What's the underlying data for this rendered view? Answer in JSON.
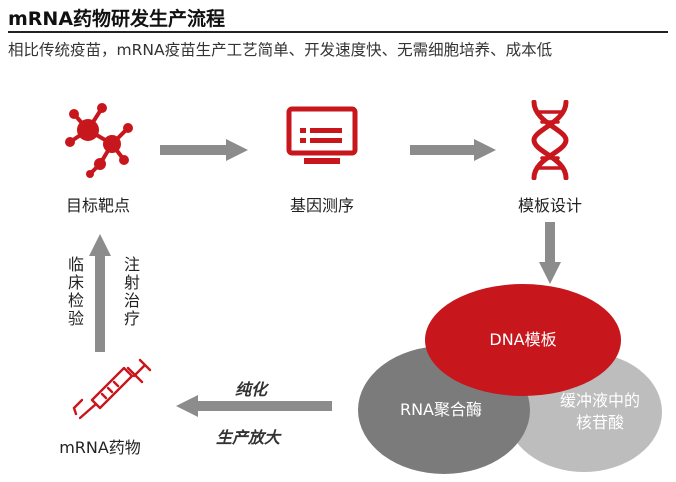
{
  "title": "mRNA药物研发生产流程",
  "subtitle": "相比传统疫苗，mRNA疫苗生产工艺简单、开发速度快、无需细胞培养、成本低",
  "steps": {
    "target": "目标靶点",
    "sequencing": "基因测序",
    "template_design": "模板设计",
    "drug": "mRNA药物"
  },
  "vertical_labels": {
    "clinical": "临床检验",
    "injection": "注射治疗"
  },
  "process_labels": {
    "purify": "纯化",
    "scale": "生产放大"
  },
  "circles": {
    "dna_template": "DNA模板",
    "rna_polymerase": "RNA聚合酶",
    "buffer_line1": "缓冲液中的",
    "buffer_line2": "核苷酸"
  },
  "colors": {
    "accent": "#c8161d",
    "arrow": "#8c8c8c",
    "dark_circle": "#7b7b7b",
    "light_circle": "#bdbdbd"
  },
  "icons": [
    "molecule-icon",
    "monitor-icon",
    "dna-helix-icon",
    "syringe-icon"
  ]
}
